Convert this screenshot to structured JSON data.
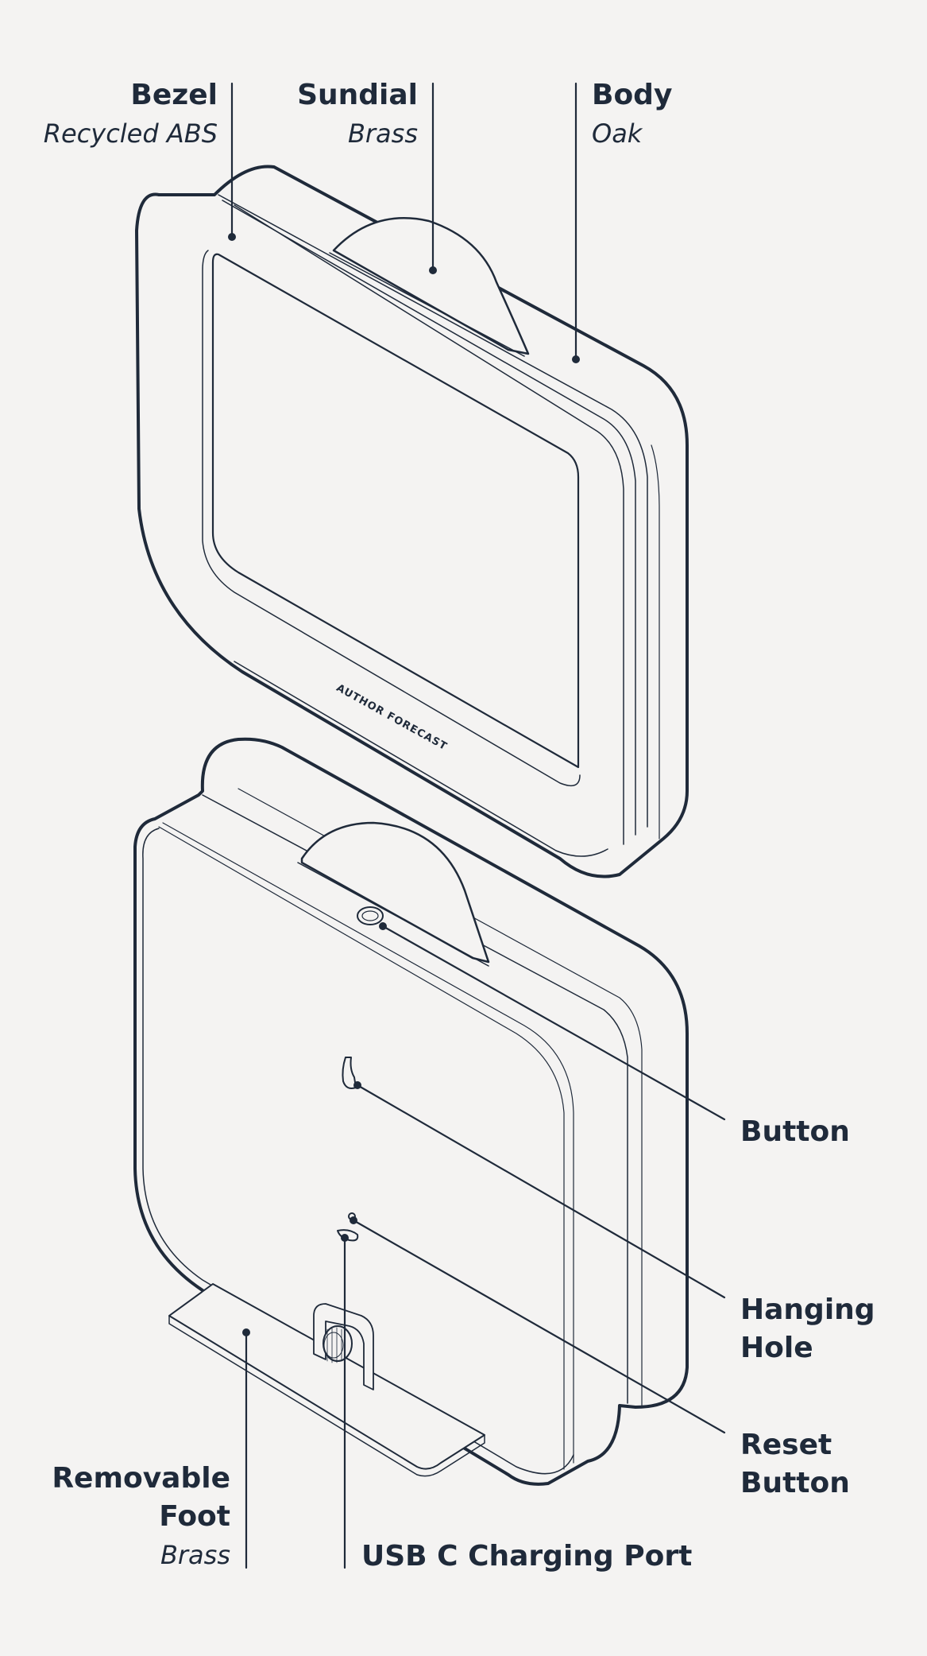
{
  "callouts": {
    "bezel": {
      "name": "Bezel",
      "material": "Recycled ABS"
    },
    "sundial": {
      "name": "Sundial",
      "material": "Brass"
    },
    "body": {
      "name": "Body",
      "material": "Oak"
    },
    "button": {
      "name": "Button"
    },
    "hanging_hole": {
      "line1": "Hanging",
      "line2": "Hole"
    },
    "reset_button": {
      "line1": "Reset",
      "line2": "Button"
    },
    "removable_foot": {
      "line1": "Removable",
      "line2": "Foot",
      "material": "Brass"
    },
    "usb_port": {
      "name": "USB C Charging Port"
    }
  },
  "bezel_branding": "AUTHOR FORECAST",
  "colors": {
    "background": "#f4f3f2",
    "ink": "#1f2a3a"
  }
}
